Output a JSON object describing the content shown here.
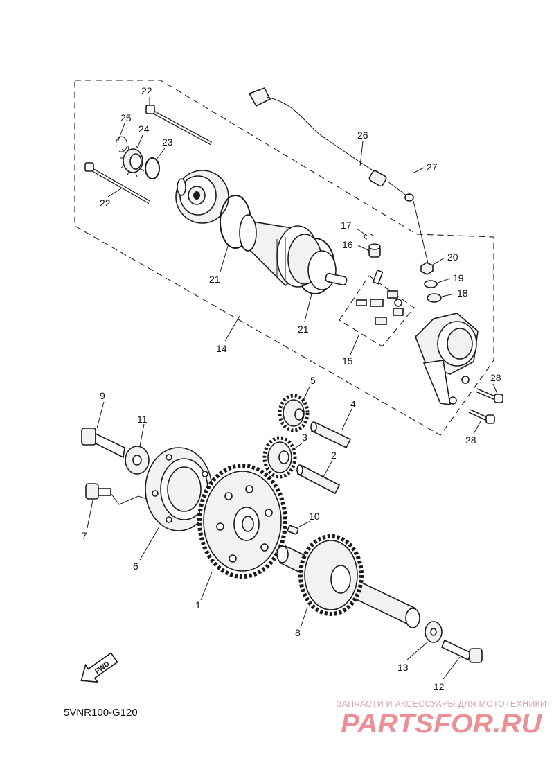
{
  "diagram": {
    "code": "5VNR100-G120",
    "fwd_label": "FWD",
    "callouts": {
      "p1": "1",
      "p2": "2",
      "p3": "3",
      "p4": "4",
      "p5": "5",
      "p6": "6",
      "p7": "7",
      "p8": "8",
      "p9": "9",
      "p10": "10",
      "p11": "11",
      "p12": "12",
      "p13": "13",
      "p14": "14",
      "p15": "15",
      "p16": "16",
      "p17": "17",
      "p18": "18",
      "p19": "19",
      "p20": "20",
      "p21a": "21",
      "p21b": "21",
      "p22a": "22",
      "p22b": "22",
      "p23": "23",
      "p24": "24",
      "p25": "25",
      "p26": "26",
      "p27": "27",
      "p28a": "28",
      "p28b": "28"
    }
  },
  "watermark": {
    "tagline": "ЗАПЧАСТИ И АКСЕССУАРЫ ДЛЯ МОТОТЕХНИКИ",
    "logo": "PARTSFOR.RU",
    "color": "#d8343f"
  }
}
